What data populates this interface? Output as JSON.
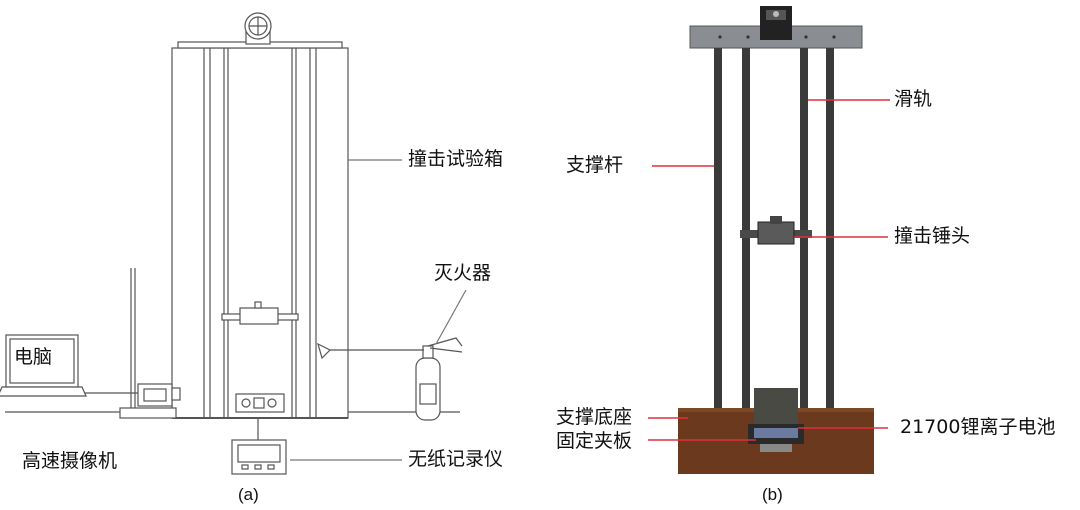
{
  "panel_a": {
    "caption": "(a)",
    "labels": {
      "impact_box": "撞击试验箱",
      "extinguisher": "灭火器",
      "computer": "电脑",
      "camera": "高速摄像机",
      "recorder": "无纸记录仪"
    }
  },
  "panel_b": {
    "caption": "(b)",
    "labels": {
      "rail": "滑轨",
      "support_rod": "支撑杆",
      "hammer": "撞击锤头",
      "base": "支撑底座",
      "clamp": "固定夹板",
      "battery": "21700锂离子电池"
    }
  },
  "colors": {
    "line": "#555555",
    "leader_b": "#e0303a",
    "rod": "#3a3a3a",
    "base_wood": "#6b3a1e",
    "top_plate": "#8a8e93"
  }
}
